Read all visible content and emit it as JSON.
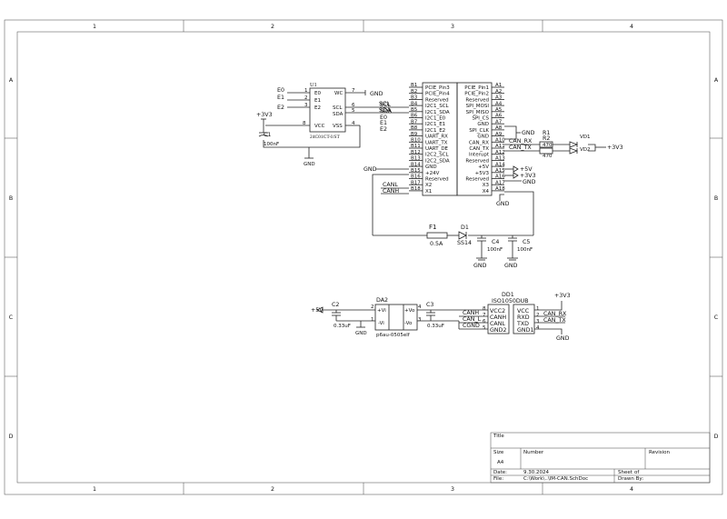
{
  "frame": {
    "cols": [
      "1",
      "2",
      "3",
      "4"
    ],
    "rows": [
      "A",
      "B",
      "C",
      "D"
    ]
  },
  "u1": {
    "ref": "U1",
    "part": "24C01CT-I/ST",
    "left_pins": [
      {
        "name": "E0",
        "num": "1"
      },
      {
        "name": "E1",
        "num": "2"
      },
      {
        "name": "E2",
        "num": "3"
      },
      {
        "name": "VCC",
        "num": "8"
      }
    ],
    "right_pins": [
      {
        "name": "WC",
        "num": "7"
      },
      {
        "name": "SCL",
        "num": "6"
      },
      {
        "name": "SDA",
        "num": "5"
      },
      {
        "name": "VSS",
        "num": "4"
      }
    ],
    "left_nets": [
      "E0",
      "E1",
      "E2",
      "+3V3"
    ],
    "right_nets": [
      "GND",
      "SCL",
      "SDA"
    ],
    "c1": {
      "ref": "C1",
      "value": "100nF"
    },
    "gnd": "GND"
  },
  "pcie": {
    "left_labels": [
      "B1",
      "B2",
      "B3",
      "B4",
      "B5",
      "B6",
      "B7",
      "B8",
      "B9",
      "B10",
      "B11",
      "B12",
      "B13",
      "B14",
      "B15",
      "B16",
      "B17",
      "B18"
    ],
    "left_names": [
      "PCIE_Pin3",
      "PCIE_Pin4",
      "Reserved",
      "I2C1_SCL",
      "I2C1_SDA",
      "I2C1_E0",
      "I2C1_E1",
      "I2C1_E2",
      "UART_RX",
      "UART_TX",
      "UART_DE",
      "I2C2_SCL",
      "I2C2_SDA",
      "GND",
      "+24V",
      "Reserved",
      "X2",
      "X1"
    ],
    "right_labels": [
      "A1",
      "A2",
      "A3",
      "A4",
      "A5",
      "A6",
      "A7",
      "A8",
      "A9",
      "A10",
      "A11",
      "A12",
      "A13",
      "A14",
      "A15",
      "A16",
      "A17",
      "A18"
    ],
    "right_names": [
      "PCIE_Pin1",
      "PCIE_Pin2",
      "Reserved",
      "SPI_MOSI",
      "SPI_MISO",
      "SPI_CS",
      "GND",
      "SPI_CLK",
      "GND",
      "CAN_RX",
      "CAN_TX",
      "Interupt",
      "Reserved",
      "+5V",
      "+5V3",
      "Reserved",
      "X3",
      "X4"
    ],
    "left_nets": [
      "SCL",
      "SDA",
      "E0",
      "E1",
      "E2",
      "GND",
      "CANL",
      "CANH"
    ],
    "right_nets": [
      "GND",
      "CAN_RX",
      "CAN_TX",
      "+5V",
      "+3V3",
      "GND",
      "GND"
    ],
    "r1": {
      "ref": "R1",
      "value": "470"
    },
    "r2": {
      "ref": "R2",
      "value": "470"
    },
    "vd1": "VD1",
    "vd2": "VD2",
    "led_net": "+3V3",
    "f1": {
      "ref": "F1",
      "value": "0.5A"
    },
    "d1": {
      "ref": "D1",
      "value": "SS14"
    },
    "c4": {
      "ref": "C4",
      "value": "100nF"
    },
    "c5": {
      "ref": "C5",
      "value": "100nF"
    },
    "gnd": "GND"
  },
  "power": {
    "in_net": "+5V",
    "c2": {
      "ref": "C2",
      "value": "0.33uF"
    },
    "c3": {
      "ref": "C3",
      "value": "0.33uF"
    },
    "da2": {
      "ref": "DA2",
      "part": "p6au-0505elf",
      "pins": [
        "+Vi",
        "-Vi",
        "+Vo",
        "-Vo"
      ],
      "nums": [
        "2",
        "1",
        "4",
        "3"
      ]
    },
    "gnd": "GND"
  },
  "iso": {
    "ref": "DD1",
    "part": "ISO1050DUB",
    "left_pins": [
      "VCC2",
      "CANH",
      "CANL",
      "GND2"
    ],
    "left_nums": [
      "8",
      "7",
      "6",
      "5"
    ],
    "right_pins": [
      "VCC",
      "RXD",
      "TXD",
      "GND1"
    ],
    "right_nums": [
      "1",
      "2",
      "3",
      "4"
    ],
    "left_nets": [
      "CANH",
      "CAN_L",
      "CGND"
    ],
    "right_nets": [
      "+3V3",
      "CAN_RX",
      "CAN_TX",
      "GND"
    ]
  },
  "title_block": {
    "title_label": "Title",
    "size_label": "Size",
    "size_value": "A4",
    "number_label": "Number",
    "revision_label": "Revision",
    "date_label": "Date:",
    "date_value": "9.30.2024",
    "file_label": "File:",
    "file_value": "C:\\Work\\..\\IM-CAN.SchDoc",
    "sheet_label": "Sheet",
    "of_label": "of",
    "drawn_label": "Drawn By:"
  }
}
